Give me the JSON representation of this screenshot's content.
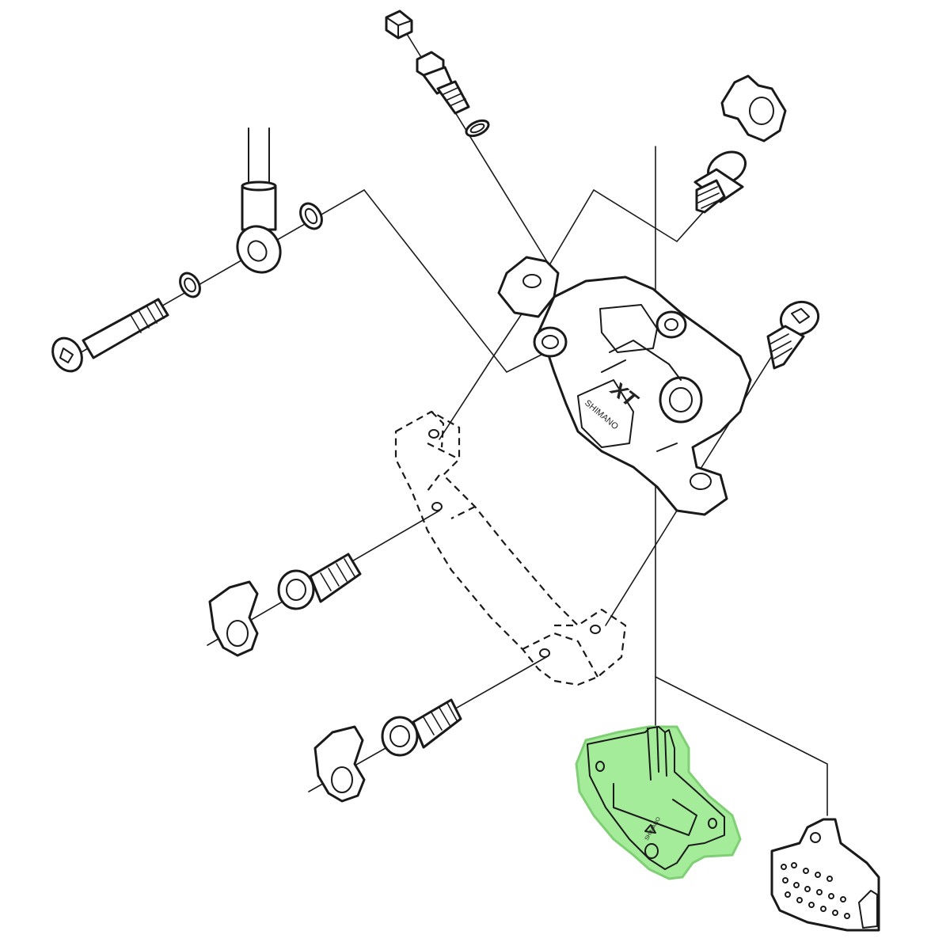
{
  "caliper": {
    "brand_label": "SHIMANO",
    "model_label": "XT"
  },
  "pad_spacer": {
    "tool_label": "SHIMANO",
    "highlight_color": "#a5ec9a",
    "highlight_border": "#7fcf74"
  },
  "colors": {
    "line": "#1a1a1a",
    "background": "#ffffff"
  }
}
